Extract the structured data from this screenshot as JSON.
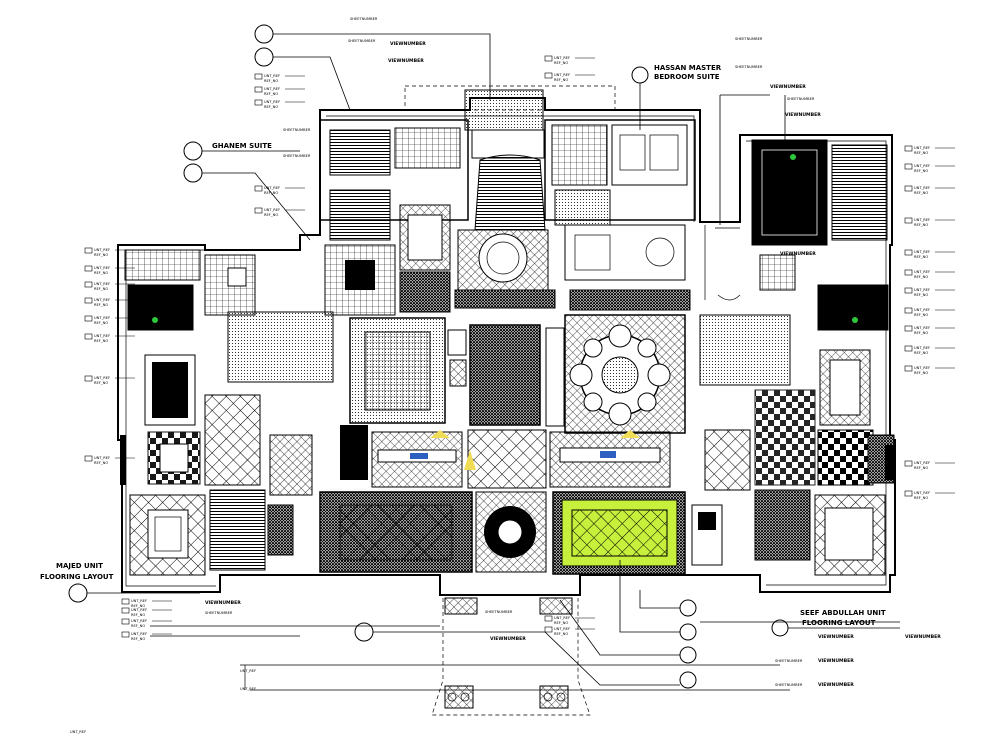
{
  "labels": {
    "hassan_line1": "HASSAN MASTER",
    "hassan_line2": "BEDROOM SUITE",
    "ghanem": "GHANEM SUITE",
    "majed_line1": "MAJED UNIT",
    "majed_line2": "FLOORING LAYOUT",
    "seef_line1": "SEEF ABDULLAH UNIT",
    "seef_line2": "FLOORING LAYOUT"
  },
  "annotations": {
    "view_number": "VIEWNUMBER",
    "sheet_number": "SHEETNUMBER",
    "sheet_number_short": "SHEETNUMBER",
    "tag_pair": "UNT_REF",
    "tag_pair_sub": "REF_NO",
    "unit_ref": "UNT_REF"
  },
  "colors": {
    "line": "#000000",
    "background": "#ffffff",
    "highlight_floor": "#c6f03c",
    "lamp_yellow": "#f1dc55",
    "furniture_blue": "#2c5fbf",
    "plant_green": "#2dc83a"
  }
}
